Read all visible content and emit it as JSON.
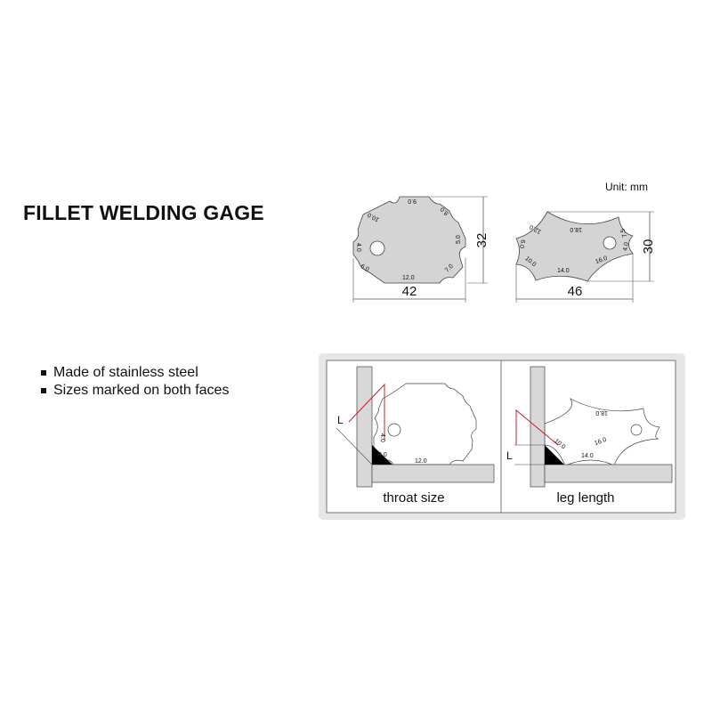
{
  "title": "FILLET WELDING GAGE",
  "unit": "Unit: mm",
  "features": [
    "Made of stainless steel",
    "Sizes marked on both faces"
  ],
  "gage_a": {
    "width": "42",
    "height": "32",
    "marks": [
      "9.0",
      "10.0",
      "8.0",
      "4.0",
      "5.0",
      "6.0",
      "7.0",
      "12.0"
    ]
  },
  "gage_b": {
    "width": "46",
    "height": "30",
    "marks": [
      "18.0",
      "12.0",
      "6.0",
      "10.0",
      "14.0",
      "16.0",
      "7.5",
      "4.0"
    ]
  },
  "panels": [
    {
      "caption": "throat size",
      "symbol": "L"
    },
    {
      "caption": "leg length",
      "symbol": "L"
    }
  ],
  "colors": {
    "gage_fill": "#d4d4d4",
    "outline": "#444444",
    "red": "#c8202a",
    "panel_bg": "#e6e6e6"
  }
}
